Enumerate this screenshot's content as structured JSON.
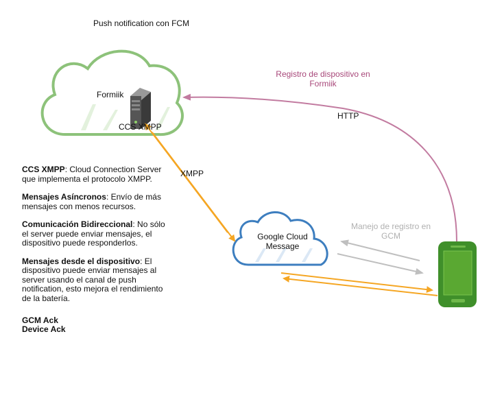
{
  "title": "Push notification con FCM",
  "formiik_cloud": {
    "label": "Formiik",
    "server_label": "CCS XMPP"
  },
  "gcm_cloud": {
    "label": "Google Cloud Message"
  },
  "edges": {
    "xmpp_label": "XMPP",
    "http_label": "HTTP",
    "registro_label": "Registro de dispositivo en Formiik",
    "manejo_label": "Manejo de registro en GCM"
  },
  "notes": [
    {
      "term": "CCS XMPP",
      "text": ": Cloud Connection Server que implementa el protocolo XMPP."
    },
    {
      "term": "Mensajes Asíncronos",
      "text": ": Envío de más mensajes con menos recursos."
    },
    {
      "term": "Comunicación Bidireccional",
      "text": ": No sólo el server puede enviar mensajes, el dispositivo puede responderlos."
    },
    {
      "term": "Mensajes desde el dispositivo",
      "text": ": El dispositivo puede enviar mensajes al server usando el canal de push notification, esto mejora el rendimiento de la batería."
    }
  ],
  "acks": [
    "GCM Ack",
    "Device Ack"
  ],
  "colors": {
    "formiik_cloud_stroke": "#8dc27a",
    "gcm_cloud_stroke": "#3d7ebf",
    "xmpp_arrow": "#f5a623",
    "http_arrow": "#c27ba0",
    "gcm_register_arrow": "#bfbfbf",
    "phone_body": "#3f8f2a",
    "phone_screen": "#5aa832"
  }
}
